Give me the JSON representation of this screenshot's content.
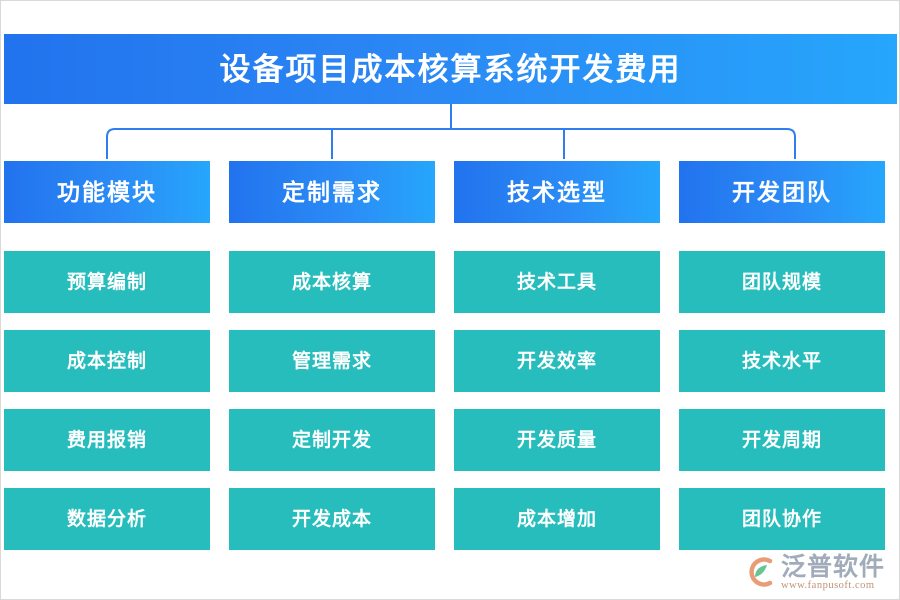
{
  "title": {
    "text": "设备项目成本核算系统开发费用"
  },
  "colors": {
    "title_gradient_start": "#2273ee",
    "title_gradient_end": "#26a6fc",
    "header_gradient_start": "#2273ee",
    "header_gradient_end": "#26a6fc",
    "item_fill": "#27bdbd",
    "connector_line": "#2f7ef0",
    "text": "#ffffff",
    "logo_text": "#9aa6b5",
    "logo_url": "#b98a6a",
    "logo_ring": "#e8956b",
    "logo_swoosh": "#5bbf8a",
    "page_background": "#ffffff"
  },
  "columns": [
    {
      "header": "功能模块",
      "items": [
        "预算编制",
        "成本控制",
        "费用报销",
        "数据分析"
      ]
    },
    {
      "header": "定制需求",
      "items": [
        "成本核算",
        "管理需求",
        "定制开发",
        "开发成本"
      ]
    },
    {
      "header": "技术选型",
      "items": [
        "技术工具",
        "开发效率",
        "开发质量",
        "成本增加"
      ]
    },
    {
      "header": "开发团队",
      "items": [
        "团队规模",
        "技术水平",
        "开发周期",
        "团队协作"
      ]
    }
  ],
  "watermark": {
    "brand": "泛普软件",
    "url": "www.fanpusoft.com"
  }
}
